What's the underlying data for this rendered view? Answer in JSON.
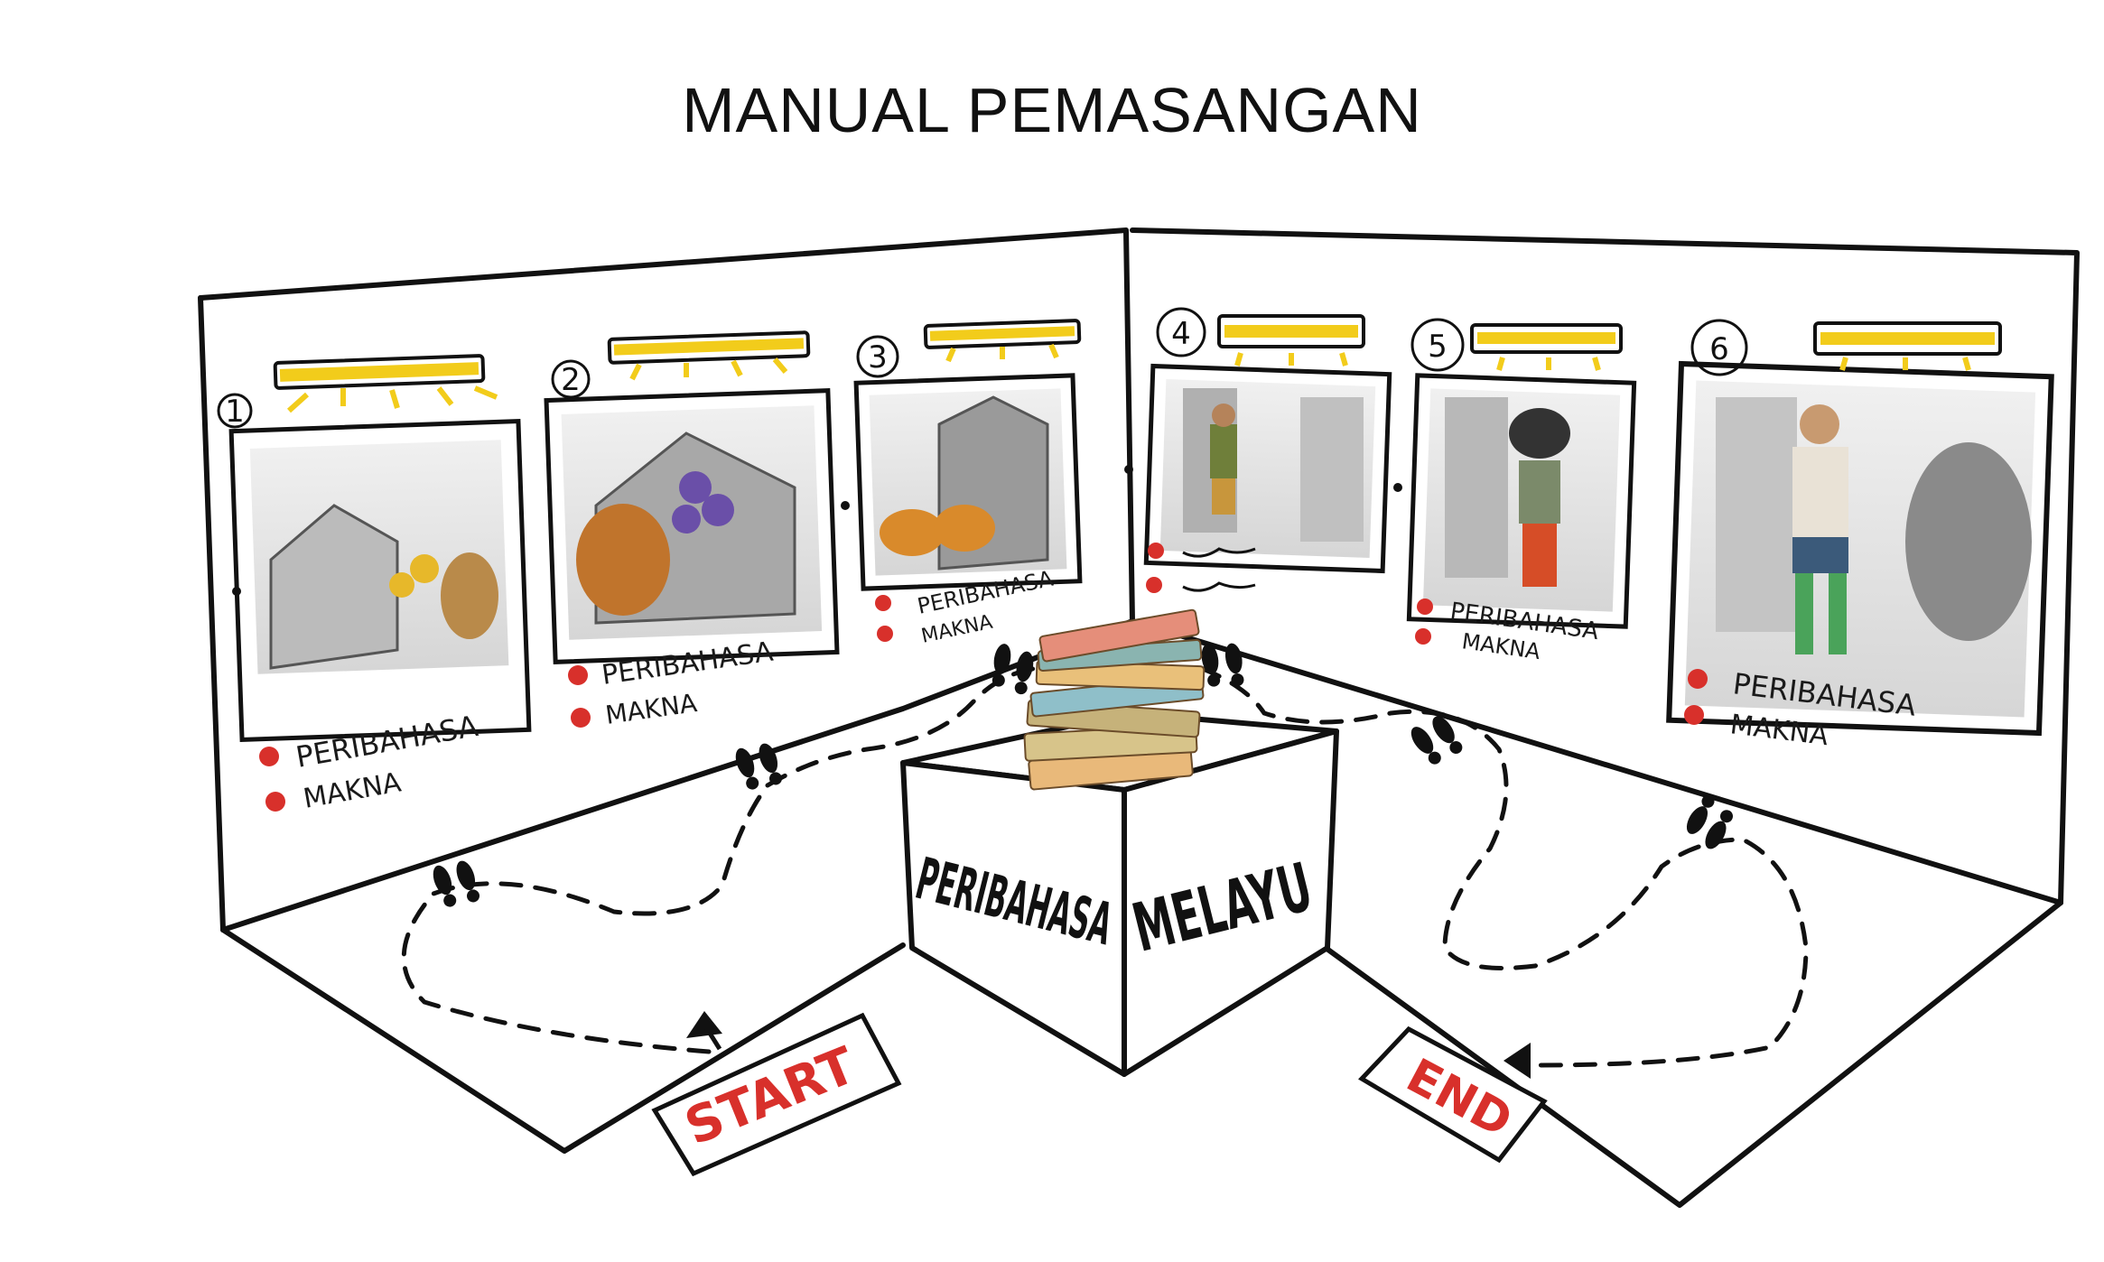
{
  "title": "MANUAL PEMASANGAN",
  "colors": {
    "ink": "#111111",
    "light_bar": "#f2cc1b",
    "bullet_red": "#d8302b",
    "sign_red": "#d8302b"
  },
  "exhibits": [
    {
      "number": "1",
      "label_1": "PERIBAHASA",
      "label_2": "MAKNA",
      "scene": "house-with-monkey-and-sunflowers"
    },
    {
      "number": "2",
      "label_1": "PERIBAHASA",
      "label_2": "MAKNA",
      "scene": "house-with-squirrel-and-grapes"
    },
    {
      "number": "3",
      "label_1": "PERIBAHASA",
      "label_2": "MAKNA",
      "scene": "hut-with-tigers"
    },
    {
      "number": "4",
      "label_1": "",
      "label_2": "",
      "scene": "street-with-boy"
    },
    {
      "number": "5",
      "label_1": "PERIBAHASA",
      "label_2": "MAKNA",
      "scene": "alley-with-rock-head-figure"
    },
    {
      "number": "6",
      "label_1": "PERIBAHASA",
      "label_2": "MAKNA",
      "scene": "road-with-student"
    }
  ],
  "cube": {
    "left_face": "PERIBAHASA",
    "right_face": "MELAYU",
    "top": "stacked-books"
  },
  "signs": {
    "start": "START",
    "end": "END"
  },
  "icons": [
    "footprint-icon",
    "arrow-icon",
    "light-bar-icon",
    "bullet-icon"
  ]
}
